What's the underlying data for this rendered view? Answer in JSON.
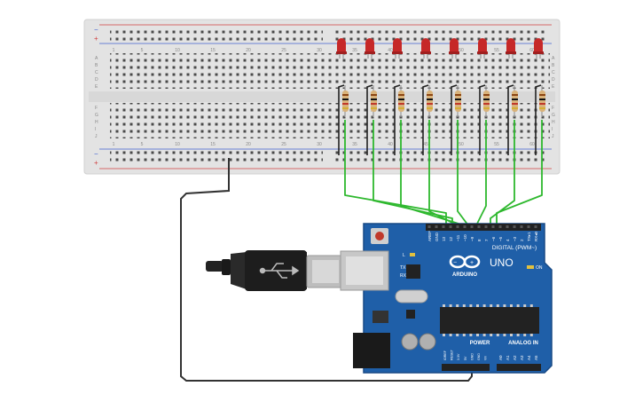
{
  "breadboard": {
    "row_letters_top": [
      "A",
      "B",
      "C",
      "D",
      "E"
    ],
    "row_letters_bottom": [
      "F",
      "G",
      "H",
      "I",
      "J"
    ],
    "column_numbers": [
      "1",
      "5",
      "10",
      "15",
      "20",
      "25",
      "30",
      "35",
      "40",
      "45",
      "50",
      "55",
      "60"
    ],
    "rail_plus": "+",
    "rail_minus": "−"
  },
  "circuit": {
    "led_count": 8,
    "led_color": "#c62828",
    "wire_color": "#2eb82e",
    "ground_wire_color": "#333333"
  },
  "arduino": {
    "board_color": "#1f5fa8",
    "logo_text": "ARDUINO",
    "model": "UNO",
    "digital_header_label": "DIGITAL (PWM~)",
    "digital_pins": [
      "AREF",
      "GND",
      "13",
      "12",
      "~11",
      "~10",
      "~9",
      "8",
      "7",
      "~6",
      "~5",
      "4",
      "~3",
      "2",
      "TX▸1",
      "RX◂0"
    ],
    "led_labels": {
      "l": "L",
      "tx": "TX",
      "rx": "RX",
      "on": "ON"
    },
    "power_label": "POWER",
    "analog_label": "ANALOG IN",
    "power_pins": [
      "IOREF",
      "RESET",
      "3.3V",
      "5V",
      "GND",
      "GND",
      "Vin"
    ],
    "analog_pins": [
      "A0",
      "A1",
      "A2",
      "A3",
      "A4",
      "A5"
    ]
  }
}
